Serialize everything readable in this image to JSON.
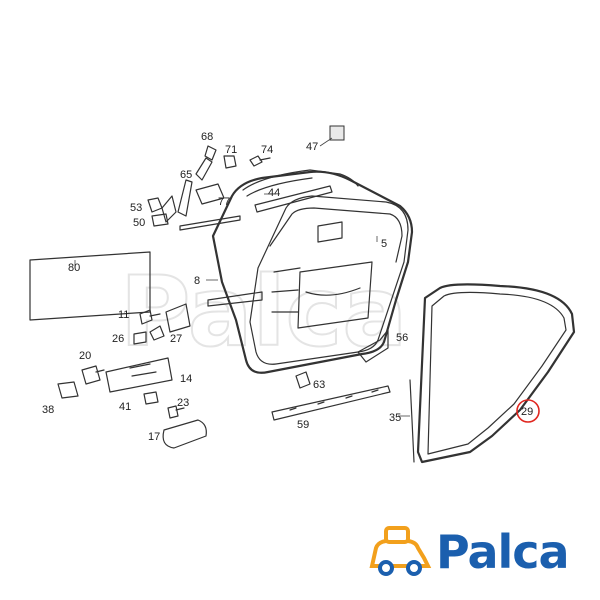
{
  "diagram": {
    "labels": [
      "68",
      "71",
      "74",
      "47",
      "65",
      "77",
      "44",
      "53",
      "50",
      "80",
      "8",
      "11",
      "26",
      "27",
      "20",
      "14",
      "38",
      "41",
      "23",
      "17",
      "56",
      "63",
      "59",
      "35",
      "29",
      "5"
    ],
    "highlighted_label": "29",
    "highlight_color": "#e0261f",
    "line_color": "#333333"
  },
  "brand": {
    "logo_text": "Palca",
    "watermark_text": "Palca",
    "logo_color": "#1b5fae",
    "accent_color": "#f2a01c",
    "icon": "car-icon"
  }
}
